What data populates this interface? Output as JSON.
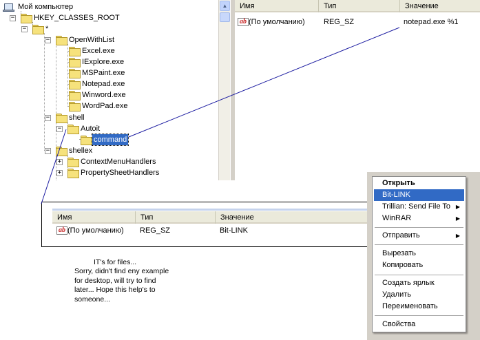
{
  "tree": {
    "root": "Мой компьютер",
    "hkcr": "HKEY_CLASSES_ROOT",
    "star": "*",
    "openwithlist": "OpenWithList",
    "excel": "Excel.exe",
    "iexplore": "IExplore.exe",
    "mspaint": "MSPaint.exe",
    "notepad": "Notepad.exe",
    "winword": "Winword.exe",
    "wordpad": "WordPad.exe",
    "shell": "shell",
    "autoit": "Autoit",
    "command": "command",
    "shellex": "shellex",
    "contextmenuhandlers": "ContextMenuHandlers",
    "propertysheethandlers": "PropertySheetHandlers",
    "expanded_glyph": "−",
    "collapsed_glyph": "+"
  },
  "tree_scroll": {
    "up_arrow": "▲"
  },
  "top_list": {
    "columns": [
      "Имя",
      "Тип",
      "Значение"
    ],
    "row": {
      "icon_text": "ab",
      "name": "(По умолчанию)",
      "type": "REG_SZ",
      "value": "notepad.exe %1"
    }
  },
  "overlay_list": {
    "columns": [
      "Имя",
      "Тип",
      "Значение"
    ],
    "row": {
      "icon_text": "ab",
      "name": "(По умолчанию)",
      "type": "REG_SZ",
      "value": "Bit-LINK"
    }
  },
  "context_menu": {
    "open": "Открыть",
    "bitlink": "Bit-LINK",
    "trillian": "Trillian: Send File To",
    "winrar": "WinRAR",
    "send_to": "Отправить",
    "cut": "Вырезать",
    "copy": "Копировать",
    "create_shortcut": "Создать ярлык",
    "delete": "Удалить",
    "rename": "Переименовать",
    "properties": "Свойства",
    "submenu_arrow": "▶"
  },
  "note": {
    "line1": "IT's for files...",
    "line2": "Sorry, didn't find eny example",
    "line3": "for desktop, will try to find",
    "line4": "later... Hope this help's to",
    "line5": "someone..."
  },
  "colors": {
    "selection": "#316ac5",
    "header_bg": "#ebeadb",
    "folder": "#f6e27c",
    "annotation_line": "#1a1aa0"
  }
}
